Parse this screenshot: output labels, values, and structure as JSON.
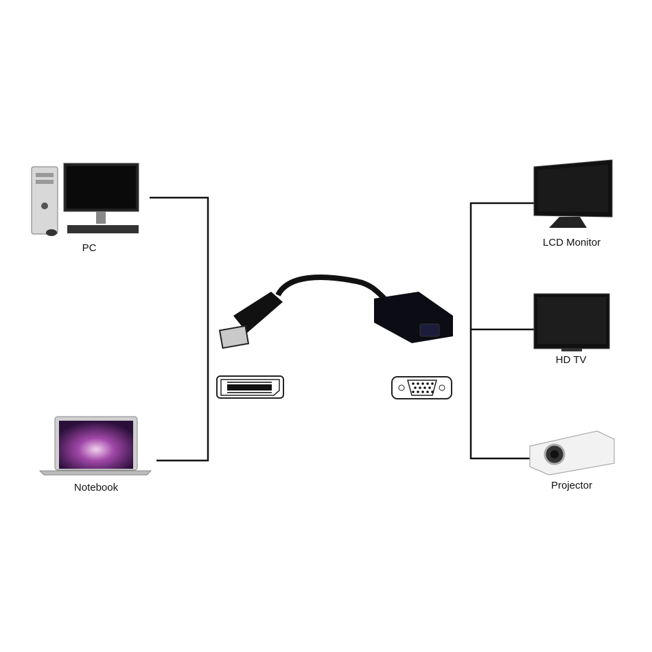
{
  "sources": [
    {
      "label": "PC"
    },
    {
      "label": "Notebook"
    }
  ],
  "displays": [
    {
      "label": "LCD Monitor"
    },
    {
      "label": "HD TV"
    },
    {
      "label": "Projector"
    }
  ],
  "adapter": {
    "input": "displayport-icon",
    "output": "vga-icon"
  }
}
